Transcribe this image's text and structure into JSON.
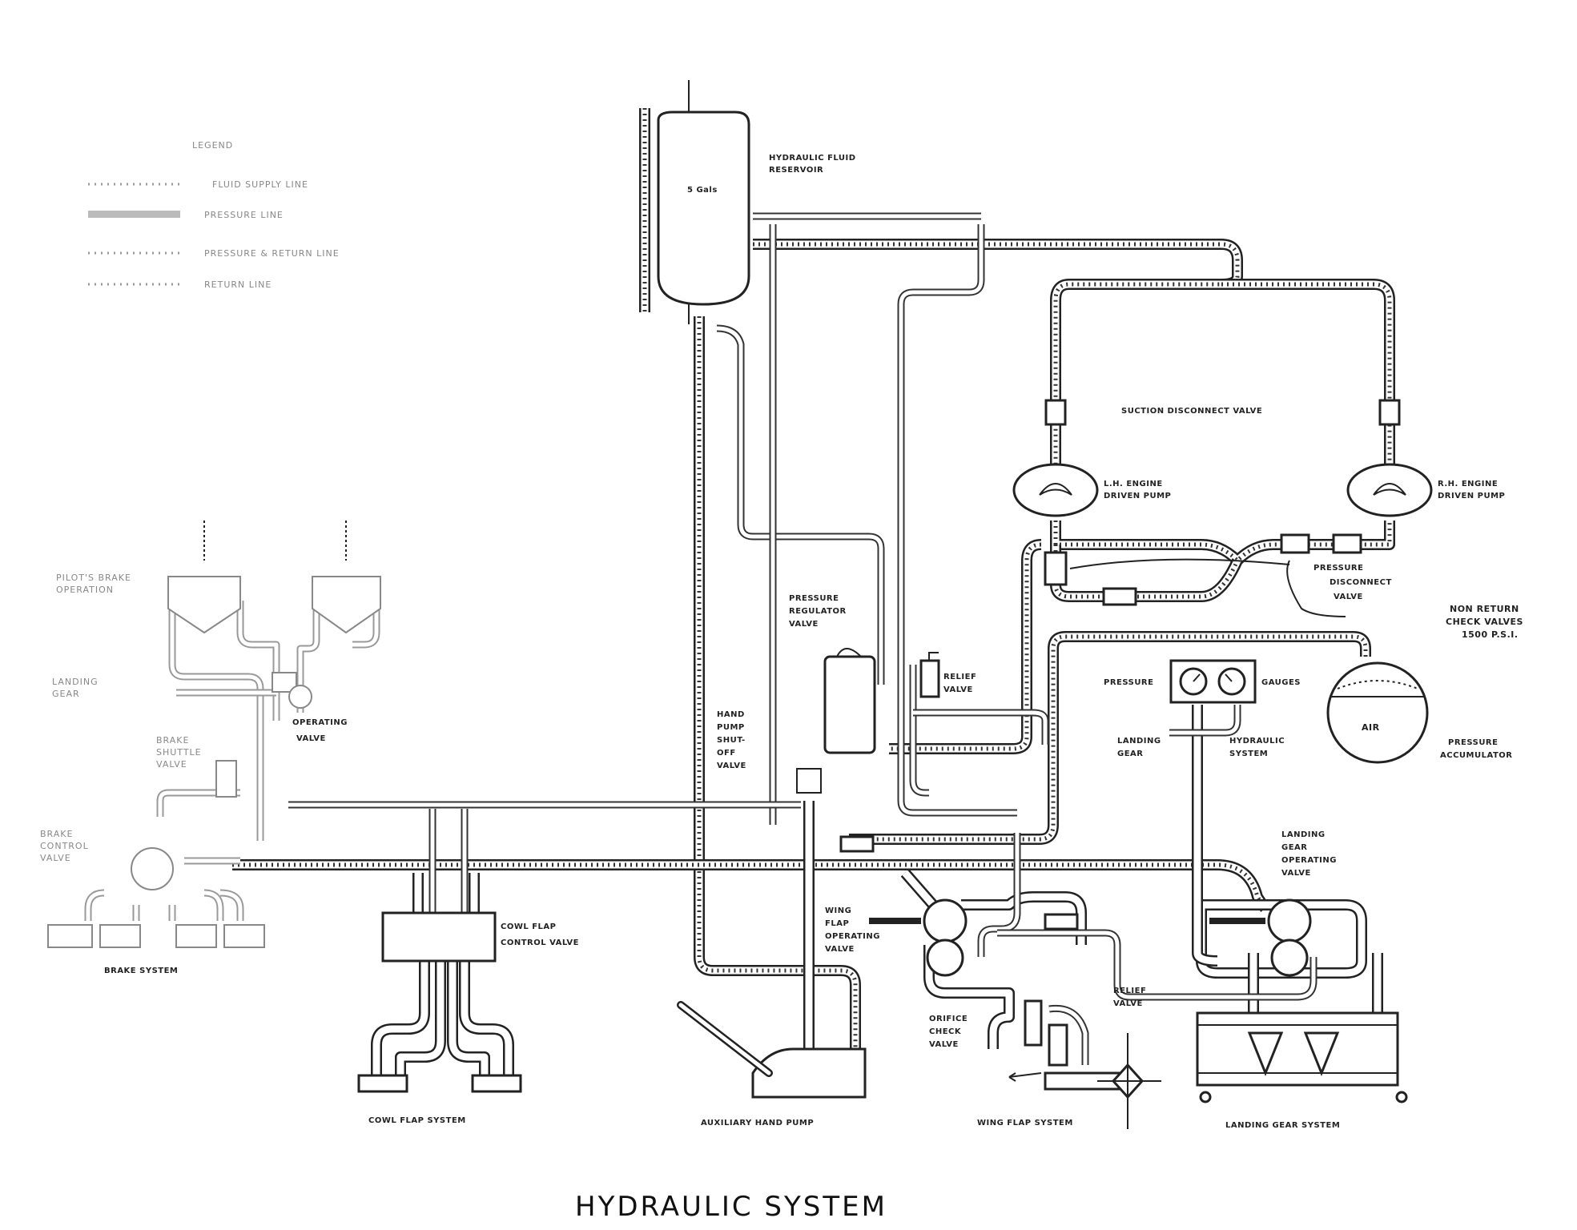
{
  "title": "HYDRAULIC SYSTEM",
  "legend": {
    "heading": "LEGEND",
    "items": [
      "FLUID SUPPLY LINE",
      "PRESSURE LINE",
      "PRESSURE & RETURN LINE",
      "RETURN LINE"
    ]
  },
  "labels": {
    "reservoir": [
      "HYDRAULIC FLUID",
      "RESERVOIR"
    ],
    "reservoir_capacity": "5 Gals",
    "suction_valve": "SUCTION DISCONNECT VALVE",
    "lh_pump": [
      "L.H. ENGINE",
      "DRIVEN PUMP"
    ],
    "rh_pump": [
      "R.H. ENGINE",
      "DRIVEN PUMP"
    ],
    "pressure_disconnect": [
      "PRESSURE",
      "DISCONNECT",
      "VALVE"
    ],
    "check_valves": [
      "NON RETURN",
      "CHECK VALVES",
      "1500 P.S.I."
    ],
    "pressure_regulator": [
      "PRESSURE",
      "REGULATOR",
      "VALVE"
    ],
    "relief_valve_top": [
      "RELIEF",
      "VALVE"
    ],
    "pressure_gauges_left": "PRESSURE",
    "pressure_gauges_right": "GAUGES",
    "landing_gear_gauge": [
      "LANDING",
      "GEAR"
    ],
    "hydraulic_system_gauge": [
      "HYDRAULIC",
      "SYSTEM"
    ],
    "accumulator": [
      "PRESSURE",
      "ACCUMULATOR"
    ],
    "accumulator_air": "AIR",
    "hand_pump_shutoff": [
      "HAND",
      "PUMP",
      "SHUT-",
      "OFF",
      "VALVE"
    ],
    "landing_gear_valve": [
      "LANDING",
      "GEAR",
      "OPERATING",
      "VALVE"
    ],
    "wing_flap_valve": [
      "WING",
      "FLAP",
      "OPERATING",
      "VALVE"
    ],
    "cowl_flap_valve": [
      "COWL FLAP",
      "CONTROL VALVE"
    ],
    "relief_valve_bottom": [
      "RELIEF",
      "VALVE"
    ],
    "orifice_check": [
      "ORIFICE",
      "CHECK",
      "VALVE"
    ],
    "operating_valve": [
      "OPERATING",
      "VALVE"
    ],
    "brake_left_top": [
      "PILOT'S BRAKE",
      "OPERATION"
    ],
    "brake_left_mid": [
      "LANDING",
      "GEAR"
    ],
    "brake_left_low": [
      "BRAKE",
      "SHUTTLE",
      "VALVE"
    ],
    "brake_control": [
      "BRAKE",
      "CONTROL",
      "VALVE"
    ],
    "systems": {
      "brake": "BRAKE SYSTEM",
      "cowl": "COWL FLAP SYSTEM",
      "hand_pump": "AUXILIARY HAND PUMP",
      "wing": "WING FLAP SYSTEM",
      "landing": "LANDING GEAR SYSTEM"
    }
  }
}
